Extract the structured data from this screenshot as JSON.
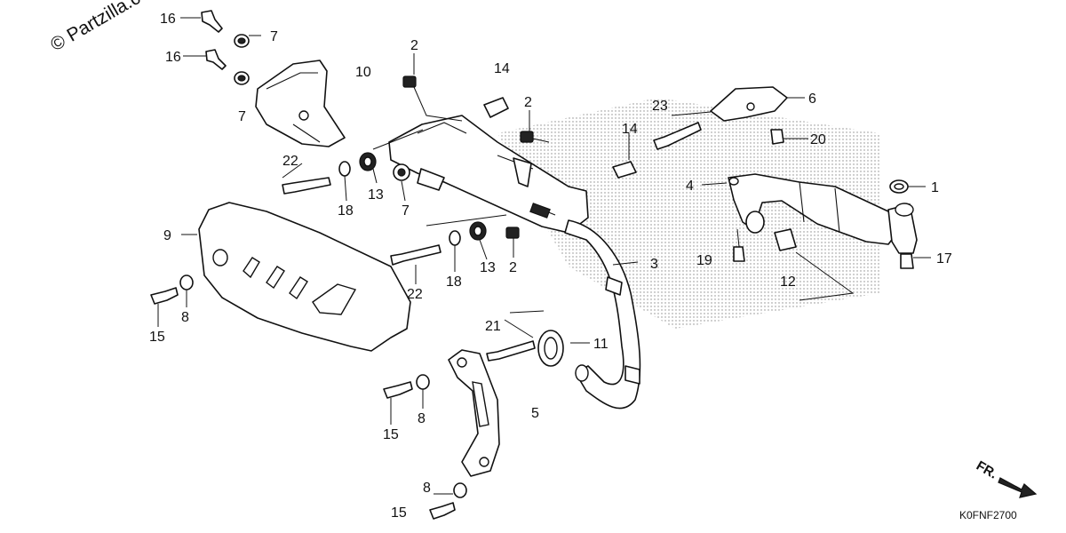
{
  "watermark": "© Partzilla.co",
  "diagram_code": "K0FNF2700",
  "direction_label": "FR.",
  "callouts": [
    {
      "id": "c1",
      "text": "1"
    },
    {
      "id": "c2a",
      "text": "2"
    },
    {
      "id": "c2b",
      "text": "2"
    },
    {
      "id": "c2c",
      "text": "2"
    },
    {
      "id": "c3",
      "text": "3"
    },
    {
      "id": "c4",
      "text": "4"
    },
    {
      "id": "c5",
      "text": "5"
    },
    {
      "id": "c6",
      "text": "6"
    },
    {
      "id": "c7a",
      "text": "7"
    },
    {
      "id": "c7b",
      "text": "7"
    },
    {
      "id": "c7c",
      "text": "7"
    },
    {
      "id": "c8a",
      "text": "8"
    },
    {
      "id": "c8b",
      "text": "8"
    },
    {
      "id": "c8c",
      "text": "8"
    },
    {
      "id": "c9",
      "text": "9"
    },
    {
      "id": "c10",
      "text": "10"
    },
    {
      "id": "c11",
      "text": "11"
    },
    {
      "id": "c12",
      "text": "12"
    },
    {
      "id": "c13a",
      "text": "13"
    },
    {
      "id": "c13b",
      "text": "13"
    },
    {
      "id": "c14a",
      "text": "14"
    },
    {
      "id": "c14b",
      "text": "14"
    },
    {
      "id": "c15a",
      "text": "15"
    },
    {
      "id": "c15b",
      "text": "15"
    },
    {
      "id": "c15c",
      "text": "15"
    },
    {
      "id": "c16a",
      "text": "16"
    },
    {
      "id": "c16b",
      "text": "16"
    },
    {
      "id": "c17",
      "text": "17"
    },
    {
      "id": "c18a",
      "text": "18"
    },
    {
      "id": "c18b",
      "text": "18"
    },
    {
      "id": "c19",
      "text": "19"
    },
    {
      "id": "c20",
      "text": "20"
    },
    {
      "id": "c21",
      "text": "21"
    },
    {
      "id": "c22a",
      "text": "22"
    },
    {
      "id": "c22b",
      "text": "22"
    },
    {
      "id": "c23",
      "text": "23"
    }
  ]
}
